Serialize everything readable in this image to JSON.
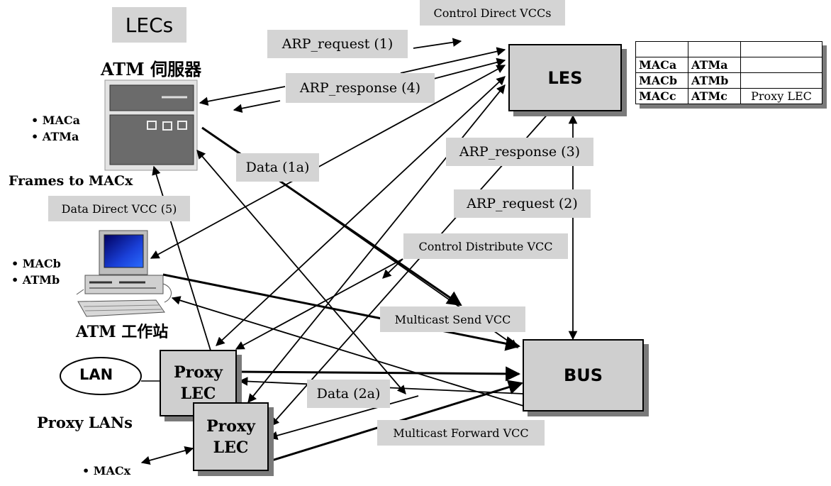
{
  "lecs_title": "LECs",
  "server_label": "ATM 伺服器",
  "workstation_label": "ATM 工作站",
  "frames_label": "Frames to MACx",
  "proxy_lans_label": "Proxy LANs",
  "lan_label": "LAN",
  "les_label": "LES",
  "bus_label": "BUS",
  "proxy_lec_label": "Proxy LEC",
  "server_bullets": [
    "• MACa",
    "• ATMa"
  ],
  "workstation_bullets": [
    "• MACb",
    "• ATMb"
  ],
  "macx_bullet": "• MACx",
  "labels": {
    "control_direct": "Control Direct VCCs",
    "arp_request_1": "ARP_request (1)",
    "arp_response_4": "ARP_response (4)",
    "data_1a": "Data (1a)",
    "data_direct_5": "Data Direct VCC (5)",
    "arp_response_3": "ARP_response (3)",
    "arp_request_2": "ARP_request (2)",
    "control_distribute": "Control Distribute VCC",
    "multicast_send": "Multicast Send VCC",
    "data_2a": "Data (2a)",
    "multicast_forward": "Multicast Forward VCC"
  },
  "arp_table": [
    [
      "",
      "",
      ""
    ],
    [
      "MACa",
      "ATMa",
      ""
    ],
    [
      "MACb",
      "ATMb",
      ""
    ],
    [
      "MACc",
      "ATMc",
      "Proxy LEC"
    ]
  ]
}
